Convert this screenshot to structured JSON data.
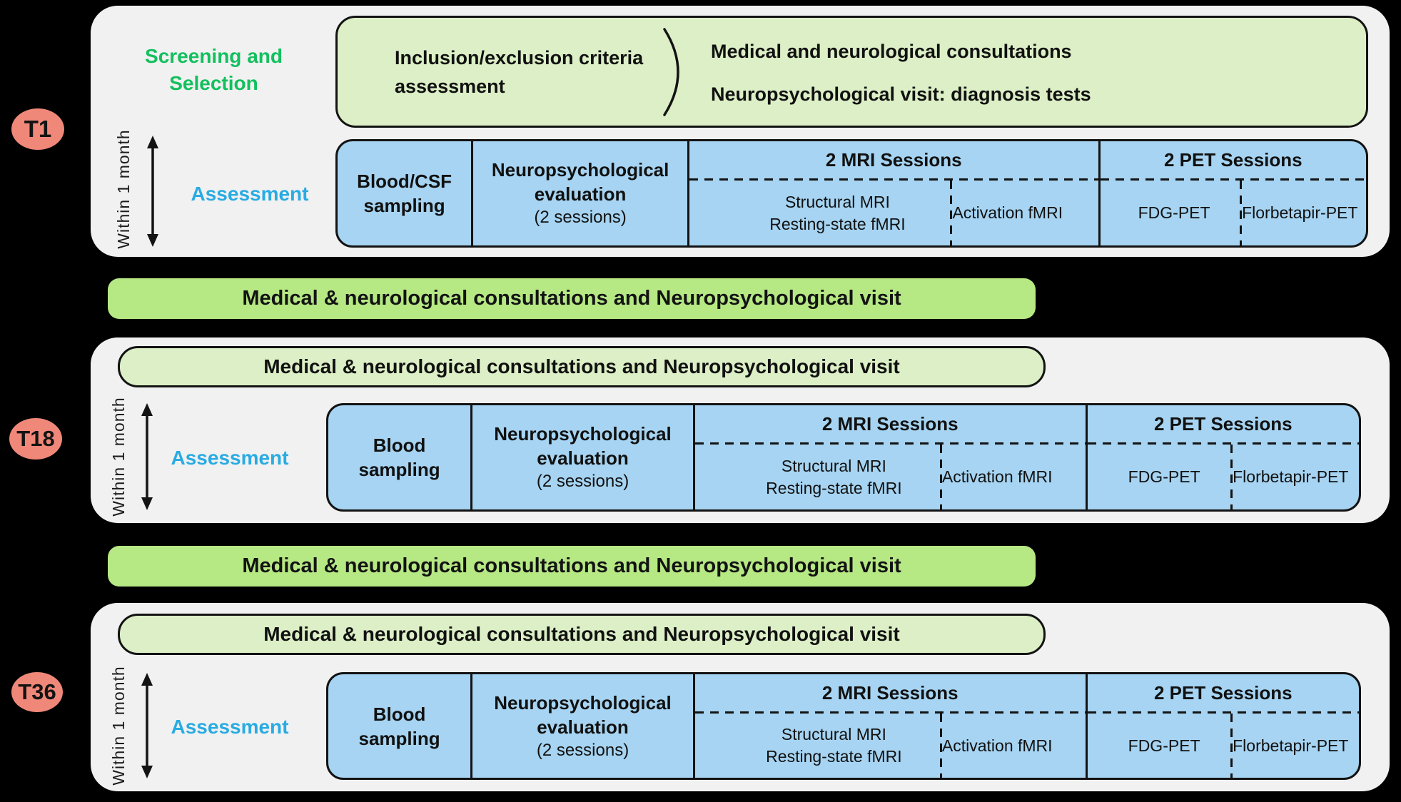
{
  "colors": {
    "background": "#000000",
    "panel": "#f1f1f1",
    "pale_green": "#dcefc6",
    "bright_green": "#b6e884",
    "blue": "#a6d4f2",
    "salmon_badge": "#f08879",
    "screening_text": "#12c05e",
    "assessment_text": "#29abe2"
  },
  "banners": {
    "between_t1_t18": "Medical & neurological consultations and Neuropsychological visit",
    "between_t18_t36": "Medical & neurological consultations and Neuropsychological visit"
  },
  "t1": {
    "badge": "T1",
    "phase_label": "Screening and Selection",
    "criteria": {
      "left_line1": "Inclusion/exclusion criteria",
      "left_line2": "assessment",
      "right_line1": "Medical and neurological consultations",
      "right_line2": "Neuropsychological visit: diagnosis tests"
    },
    "within_label": "Within 1 month",
    "assessment_label": "Assessment",
    "table": {
      "blood": "Blood/CSF sampling",
      "neuro_title": "Neuropsychological evaluation",
      "neuro_sub": "(2 sessions)",
      "mri_header": "2 MRI Sessions",
      "mri_cell1_line1": "Structural MRI",
      "mri_cell1_line2": "Resting-state fMRI",
      "mri_cell2": "Activation fMRI",
      "pet_header": "2 PET Sessions",
      "pet_cell1": "FDG-PET",
      "pet_cell2": "Florbetapir-PET"
    }
  },
  "t18": {
    "badge": "T18",
    "visit_box": "Medical & neurological consultations and Neuropsychological visit",
    "within_label": "Within 1 month",
    "assessment_label": "Assessment",
    "table": {
      "blood": "Blood sampling",
      "neuro_title": "Neuropsychological evaluation",
      "neuro_sub": "(2 sessions)",
      "mri_header": "2 MRI Sessions",
      "mri_cell1_line1": "Structural MRI",
      "mri_cell1_line2": "Resting-state fMRI",
      "mri_cell2": "Activation fMRI",
      "pet_header": "2 PET Sessions",
      "pet_cell1": "FDG-PET",
      "pet_cell2": "Florbetapir-PET"
    }
  },
  "t36": {
    "badge": "T36",
    "visit_box": "Medical & neurological consultations and Neuropsychological visit",
    "within_label": "Within 1 month",
    "assessment_label": "Assessment",
    "table": {
      "blood": "Blood sampling",
      "neuro_title": "Neuropsychological evaluation",
      "neuro_sub": "(2 sessions)",
      "mri_header": "2 MRI Sessions",
      "mri_cell1_line1": "Structural MRI",
      "mri_cell1_line2": "Resting-state fMRI",
      "mri_cell2": "Activation fMRI",
      "pet_header": "2 PET Sessions",
      "pet_cell1": "FDG-PET",
      "pet_cell2": "Florbetapir-PET"
    }
  }
}
